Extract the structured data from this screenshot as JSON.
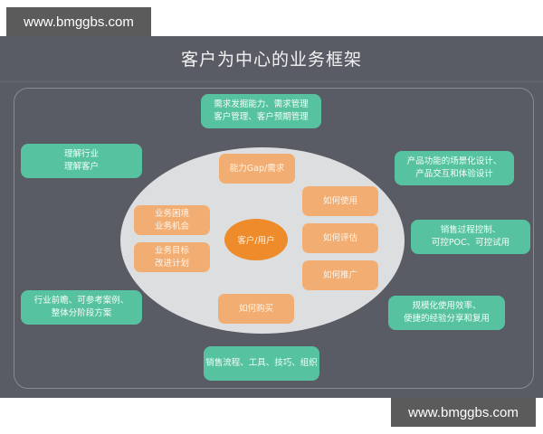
{
  "watermarks": {
    "top": "www.bmggbs.com",
    "bottom": "www.bmggbs.com"
  },
  "diagram": {
    "title": "客户为中心的业务框架",
    "colors": {
      "panel": "#595b65",
      "outer_box": "#57c29f",
      "inner_box": "#f2ae72",
      "center": "#ee8b2a",
      "ellipse": "#dcdee0"
    },
    "center": {
      "label": "客户/用户"
    },
    "outer_boxes": {
      "top": [
        "需求发掘能力、需求管理",
        "客户管理、客户预期管理"
      ],
      "left_top": [
        "理解行业",
        "理解客户"
      ],
      "left_bottom": [
        "行业前瞻、可参考案例、",
        "整体分阶段方案"
      ],
      "right_top": [
        "产品功能的场景化设计、",
        "产品交互和体验设计"
      ],
      "right_middle": [
        "销售过程控制、",
        "可控POC、可控试用"
      ],
      "right_bottom": [
        "规模化使用效率、",
        "便捷的经验分享和复用"
      ],
      "bottom": [
        "销售流程、工具、技巧、组织"
      ]
    },
    "inner_boxes": {
      "top": [
        "能力Gap/需求"
      ],
      "left_top": [
        "业务困境",
        "业务机会"
      ],
      "left_bottom": [
        "业务目标",
        "改进计划"
      ],
      "right_1": [
        "如何使用"
      ],
      "right_2": [
        "如何评估"
      ],
      "right_3": [
        "如何推广"
      ],
      "bottom": [
        "如何购买"
      ]
    }
  }
}
